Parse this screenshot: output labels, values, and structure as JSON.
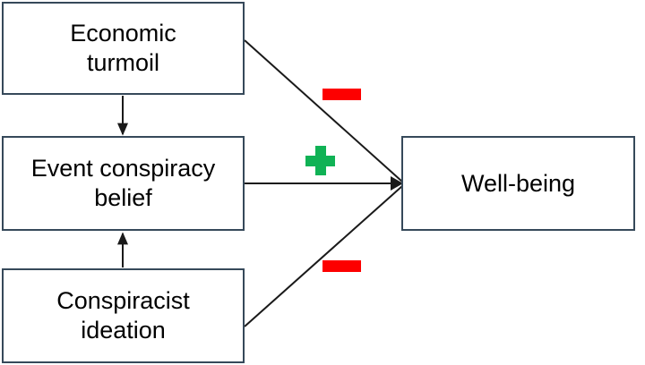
{
  "figure": {
    "type": "path-diagram",
    "title": "",
    "background_color": "#ffffff",
    "box_border_color": "#36495a",
    "line_color": "#1a1a1a",
    "positive_color": "#10b255",
    "negative_color": "#fd0000"
  },
  "nodes": {
    "economic_turmoil": {
      "label": "Economic\nturmoil"
    },
    "event_conspiracy_belief": {
      "label": "Event conspiracy\nbelief"
    },
    "conspiracist_ideation": {
      "label": "Conspiracist\nideation"
    },
    "wellbeing": {
      "label": "Well-being"
    }
  },
  "edges": [
    {
      "id": "economic-to-event",
      "from": "economic_turmoil",
      "to": "event_conspiracy_belief",
      "sign": "",
      "arrow": true
    },
    {
      "id": "conspiracist-to-event",
      "from": "conspiracist_ideation",
      "to": "event_conspiracy_belief",
      "sign": "",
      "arrow": true
    },
    {
      "id": "economic-to-wellbeing",
      "from": "economic_turmoil",
      "to": "wellbeing",
      "sign": "minus",
      "arrow": true
    },
    {
      "id": "event-to-wellbeing",
      "from": "event_conspiracy_belief",
      "to": "wellbeing",
      "sign": "plus",
      "arrow": true
    },
    {
      "id": "conspiracist-to-wellbeing",
      "from": "conspiracist_ideation",
      "to": "wellbeing",
      "sign": "minus",
      "arrow": true
    }
  ],
  "signs": {
    "minus_top": {
      "symbol": "−",
      "meaning": "negative",
      "color": "#fd0000"
    },
    "plus_middle": {
      "symbol": "+",
      "meaning": "positive",
      "color": "#10b255"
    },
    "minus_bottom": {
      "symbol": "−",
      "meaning": "negative",
      "color": "#fd0000"
    }
  }
}
